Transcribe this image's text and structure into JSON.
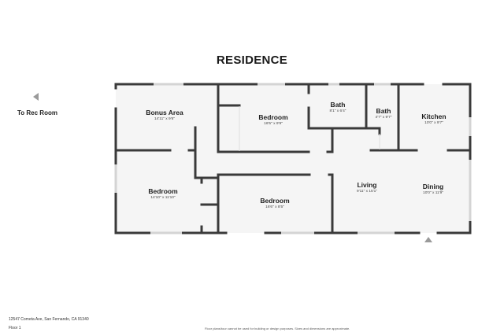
{
  "title": "RESIDENCE",
  "rec_room": {
    "label": "To Rec Room",
    "icon": "triangle-left-arrow-icon"
  },
  "entry": {
    "icon": "triangle-up-entry-icon"
  },
  "rooms": [
    {
      "id": "bonus-area",
      "name": "Bonus Area",
      "dim": "14'11\" x 9'6\""
    },
    {
      "id": "bedroom-top",
      "name": "Bedroom",
      "dim": "16'5\" x 9'9\""
    },
    {
      "id": "bath-1",
      "name": "Bath",
      "dim": "8'1\" x 6'4\""
    },
    {
      "id": "bath-2",
      "name": "Bath",
      "dim": "4'7\" x 9'7\""
    },
    {
      "id": "kitchen",
      "name": "Kitchen",
      "dim": "10'0\" x 9'7\""
    },
    {
      "id": "bedroom-left",
      "name": "Bedroom",
      "dim": "14'10\" x 11'10\""
    },
    {
      "id": "bedroom-middle",
      "name": "Bedroom",
      "dim": "16'6\" x 8'5\""
    },
    {
      "id": "living",
      "name": "Living",
      "dim": "9'11\" x 15'1\""
    },
    {
      "id": "dining",
      "name": "Dining",
      "dim": "10'0\" x 11'9\""
    }
  ],
  "footer": {
    "address": "12547 Cometa Ave, San Fernando, CA 91340",
    "floor": "Floor 1",
    "disclaimer": "Floor plans/tour cannot be used for building or design purposes. Sizes and dimensions are approximate."
  },
  "colors": {
    "wall": "#3a3a3a",
    "floor": "#f5f5f5",
    "window": "#d4d4d4",
    "arrow": "#9a9a9a"
  }
}
